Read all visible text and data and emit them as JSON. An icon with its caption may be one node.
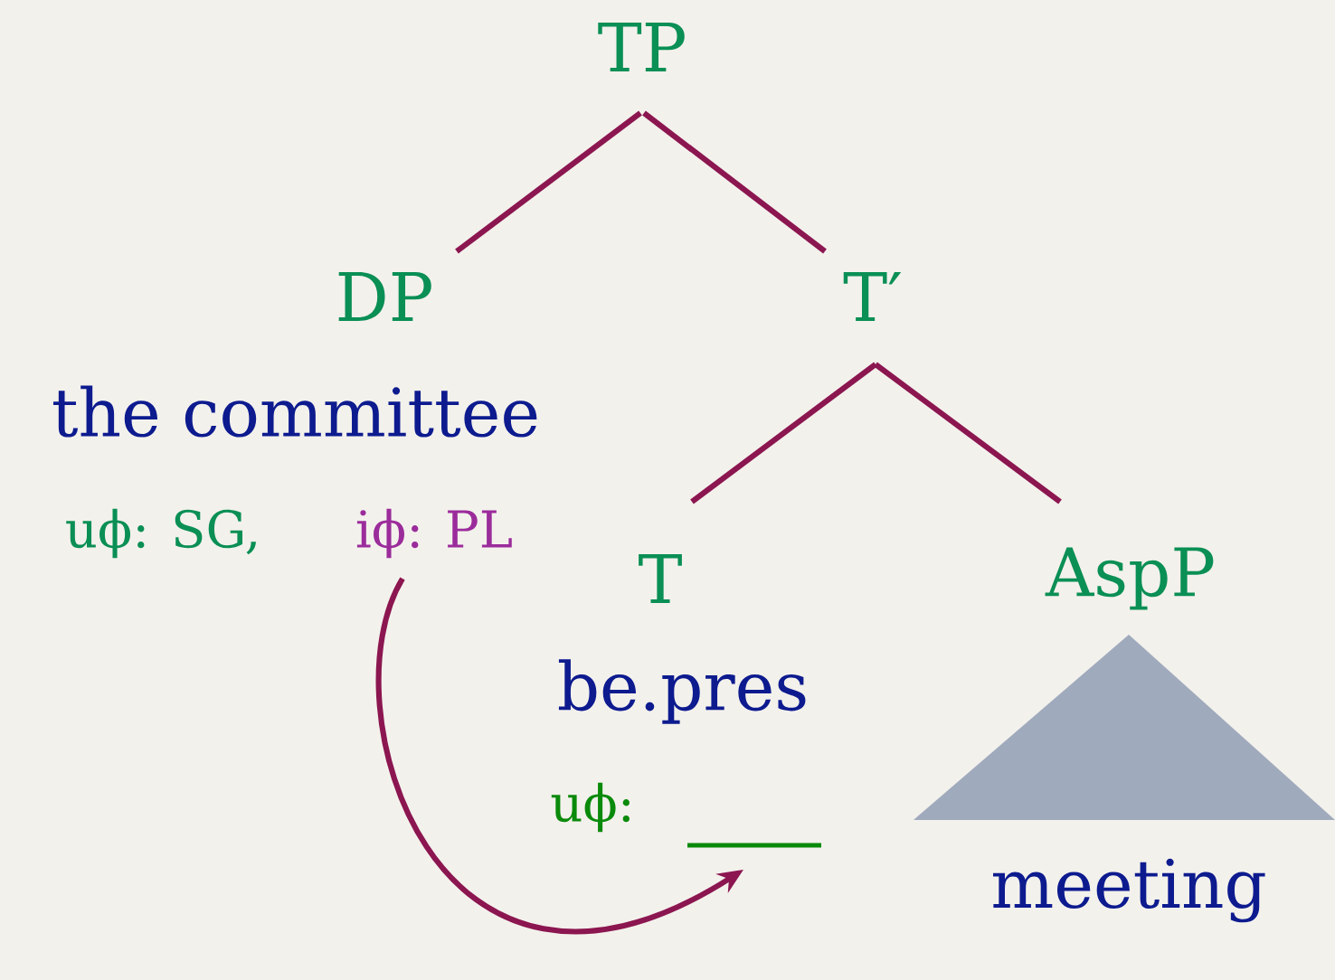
{
  "diagram": {
    "nodes": [
      {
        "text": [
          "TP"
        ]
      },
      {
        "text": [
          "DP"
        ]
      },
      {
        "text": [
          "T′"
        ]
      },
      {
        "text": [
          "T"
        ]
      },
      {
        "text": [
          "AspP"
        ]
      },
      {
        "text": [],
        "shape": "triangle"
      },
      {
        "text": [
          "iϕ: PL"
        ]
      },
      {
        "text": [],
        "shape": "bar"
      }
    ],
    "edges": [
      {
        "from": 0,
        "to": 1,
        "arrow": "none"
      },
      {
        "from": 0,
        "to": 2,
        "arrow": "none"
      },
      {
        "from": 2,
        "to": 3,
        "arrow": "none"
      },
      {
        "from": 2,
        "to": 4,
        "arrow": "none"
      },
      {
        "from": 6,
        "to": 7,
        "arrow": "to"
      }
    ],
    "labels": [
      "the committee",
      "uϕ: SG,",
      "be.pres",
      "uϕ:",
      "meeting"
    ]
  }
}
